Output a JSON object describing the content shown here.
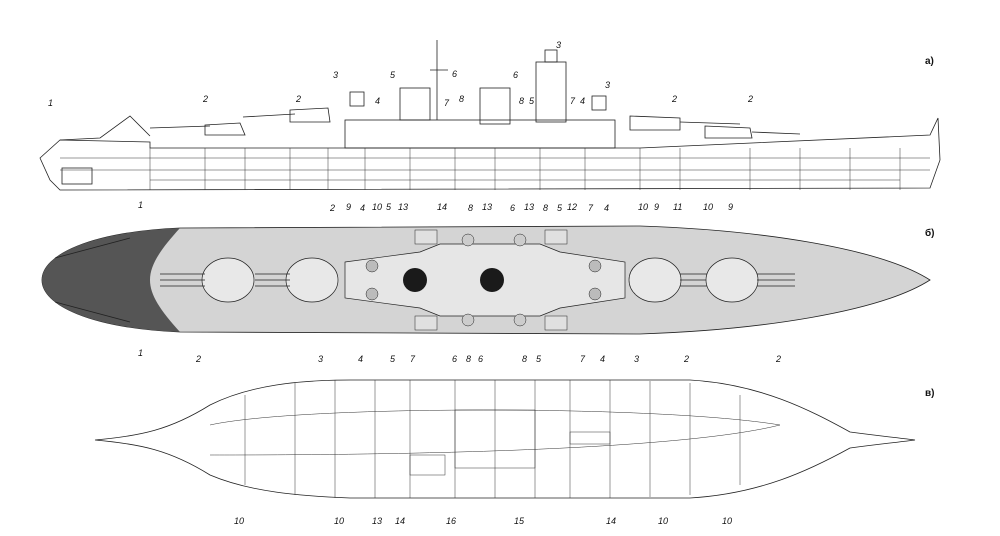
{
  "views": {
    "side": "а)",
    "plan": "б)",
    "section": "в)"
  },
  "colors": {
    "deck": "#d4d4d4",
    "bow": "#555555",
    "superstructure": "#c8c8c8",
    "funnel": "#1a1a1a",
    "line": "#222222"
  },
  "icons": [
    "battleship-side-profile",
    "battleship-plan-view",
    "hull-section-plan"
  ],
  "labels": {
    "side": [
      "1",
      "2",
      "2",
      "3",
      "4",
      "5",
      "6",
      "7",
      "6",
      "8",
      "8",
      "3",
      "5",
      "7",
      "4",
      "3",
      "2",
      "2",
      "9",
      "10",
      "5",
      "13",
      "14",
      "13",
      "13",
      "12",
      "10",
      "9",
      "11",
      "10",
      "9"
    ],
    "plan": [
      "1",
      "2",
      "8",
      "6",
      "8",
      "5",
      "7",
      "4",
      "4",
      "1",
      "2",
      "3",
      "4",
      "5",
      "7",
      "6",
      "8",
      "6",
      "8",
      "5",
      "7",
      "4",
      "3",
      "2",
      "2"
    ],
    "section": [
      "10",
      "10",
      "13",
      "14",
      "16",
      "15",
      "14",
      "10",
      "10"
    ]
  }
}
